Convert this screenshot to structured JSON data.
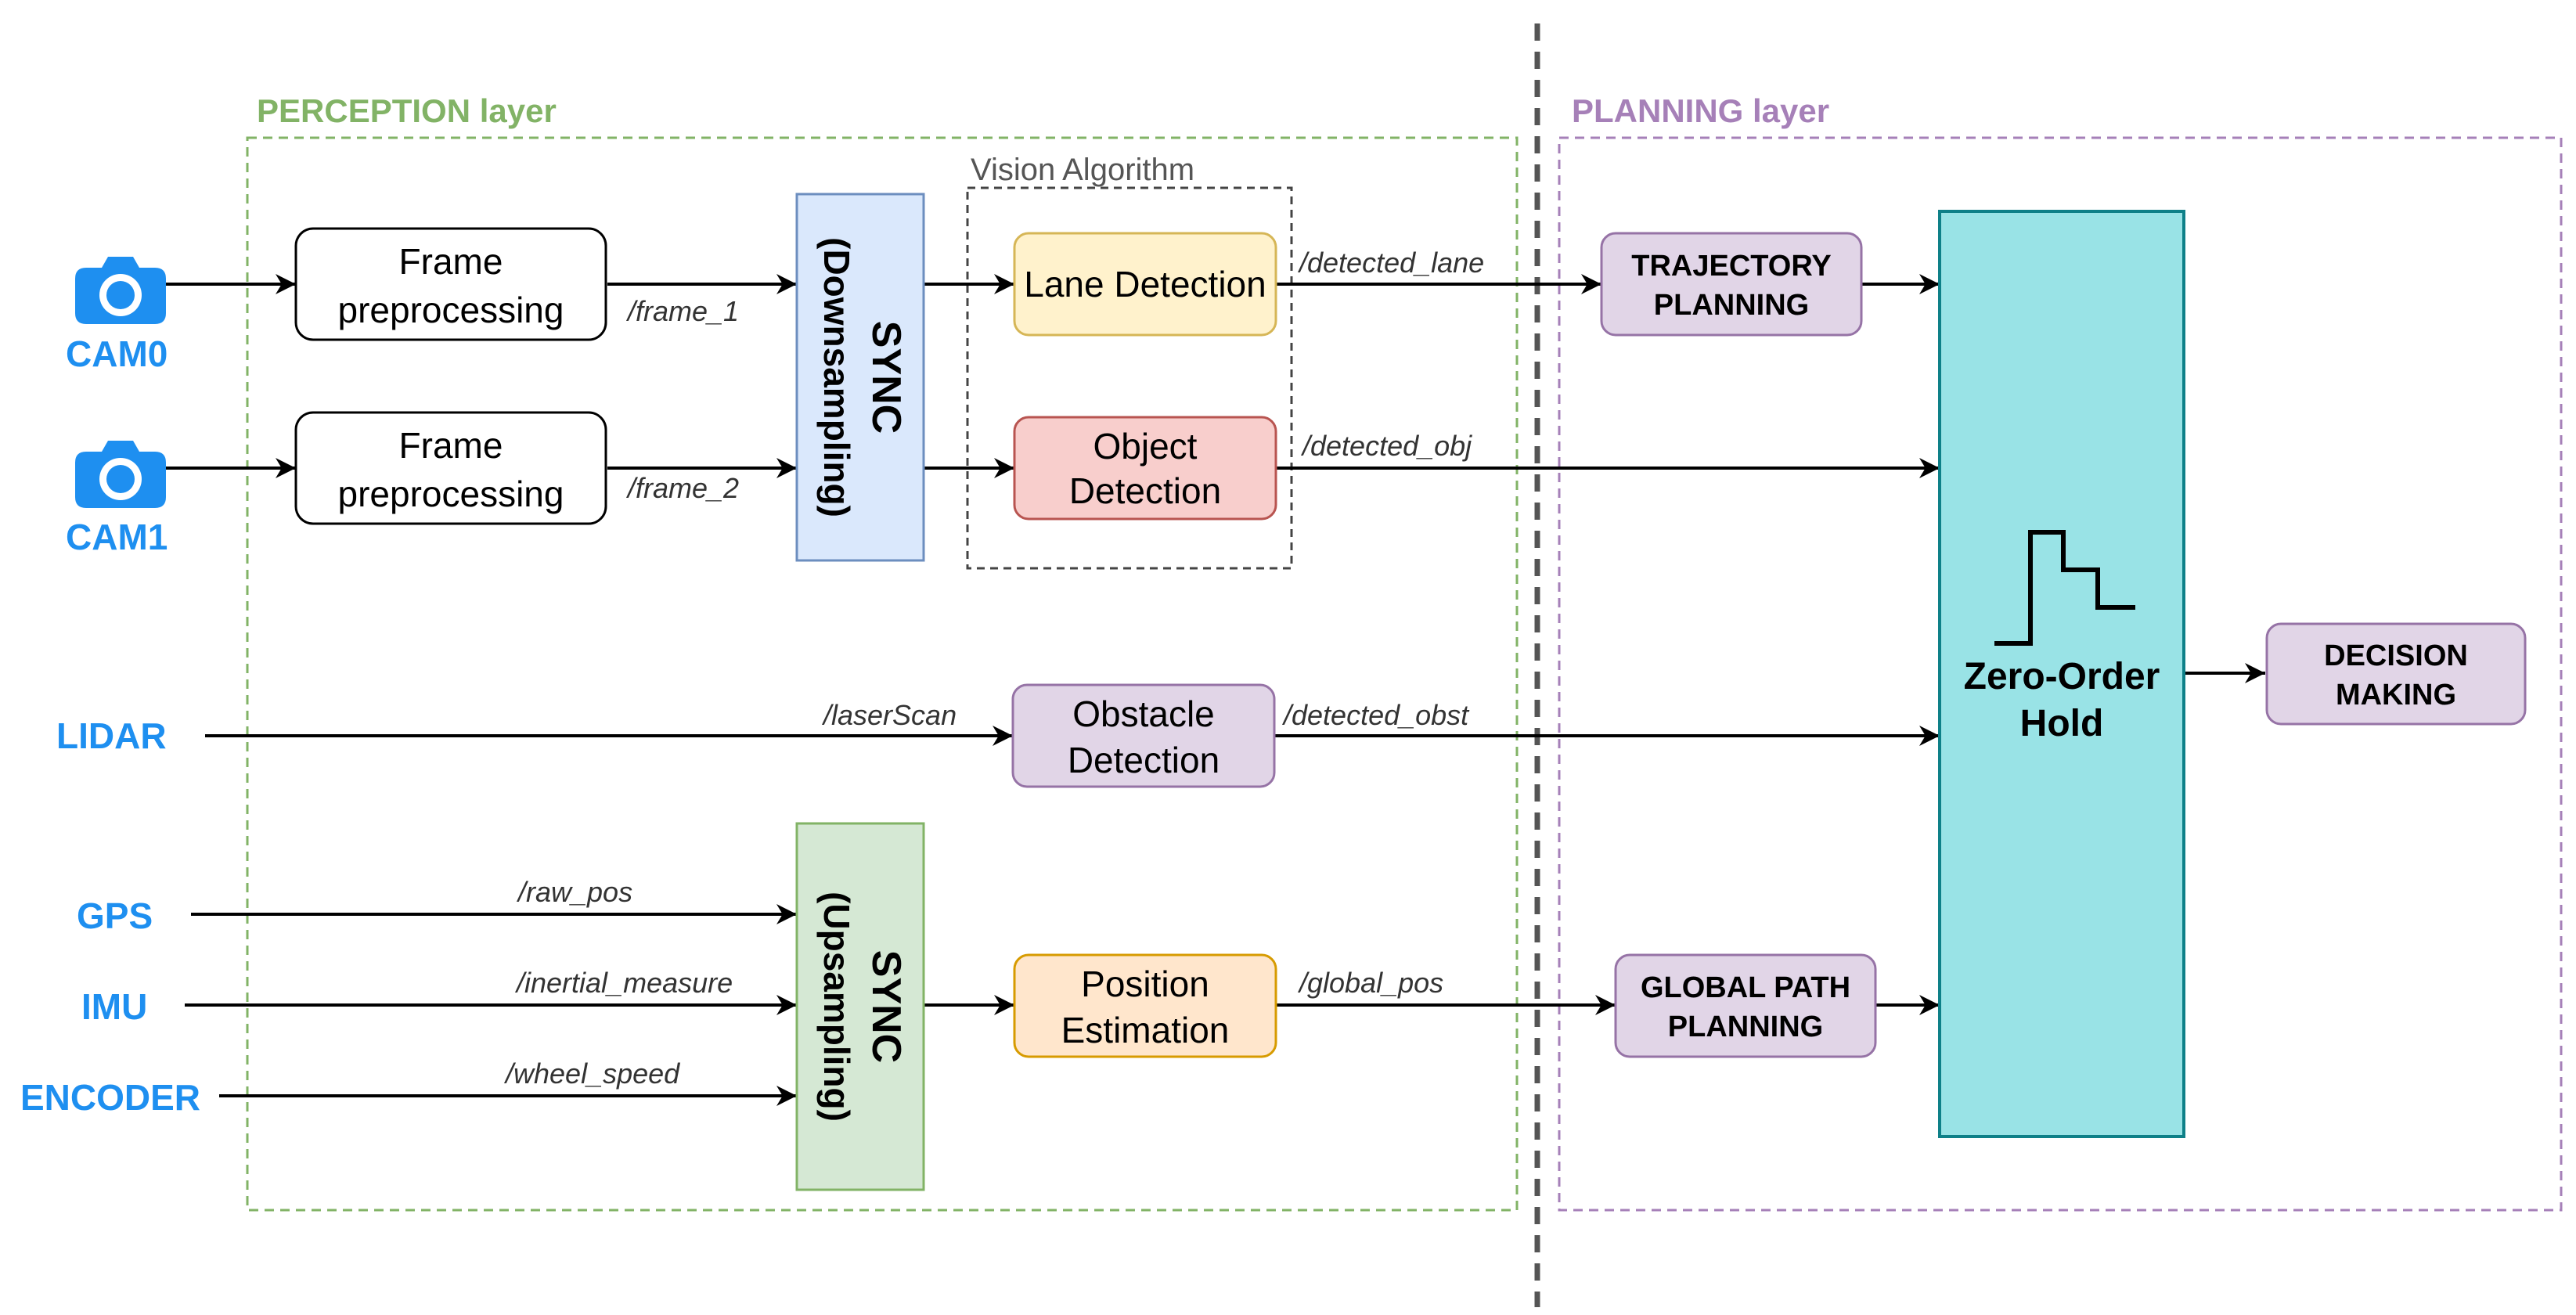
{
  "layers": {
    "perception": "PERCEPTION layer",
    "planning": "PLANNING layer",
    "vision_group": "Vision Algorithm"
  },
  "sources": {
    "cam0": "CAM0",
    "cam1": "CAM1",
    "lidar": "LIDAR",
    "gps": "GPS",
    "imu": "IMU",
    "encoder": "ENCODER"
  },
  "nodes": {
    "frame_pre_1": [
      "Frame",
      "preprocessing"
    ],
    "frame_pre_2": [
      "Frame",
      "preprocessing"
    ],
    "sync_down": [
      "SYNC",
      "(Downsampling)"
    ],
    "sync_up": [
      "SYNC",
      "(Upsampling)"
    ],
    "lane_detection": "Lane Detection",
    "object_detection": [
      "Object",
      "Detection"
    ],
    "obstacle_detection": [
      "Obstacle",
      "Detection"
    ],
    "position_estimation": [
      "Position",
      "Estimation"
    ],
    "trajectory_planning": [
      "TRAJECTORY",
      "PLANNING"
    ],
    "global_path_planning": [
      "GLOBAL PATH",
      "PLANNING"
    ],
    "zero_order_hold": [
      "Zero-Order",
      "Hold"
    ],
    "decision_making": [
      "DECISION",
      "MAKING"
    ]
  },
  "topics": {
    "frame_1": "/frame_1",
    "frame_2": "/frame_2",
    "detected_lane": "/detected_lane",
    "detected_obj": "/detected_obj",
    "laser_scan": "/laserScan",
    "detected_obst": "/detected_obst",
    "raw_pos": "/raw_pos",
    "inertial_measure": "/inertial_measure",
    "wheel_speed": "/wheel_speed",
    "global_pos": "/global_pos"
  },
  "colors": {
    "source_blue": "#1e8ff0",
    "perception_green": "#82b366",
    "planning_purple": "#a680b8",
    "sync_down_fill": "#dae8fc",
    "sync_up_fill": "#d5e8d4",
    "lane_fill": "#fff2cc",
    "object_fill": "#f8cecc",
    "purple_fill": "#e1d5e7",
    "position_fill": "#ffe6cc",
    "zoh_fill": "#99e3e6"
  }
}
